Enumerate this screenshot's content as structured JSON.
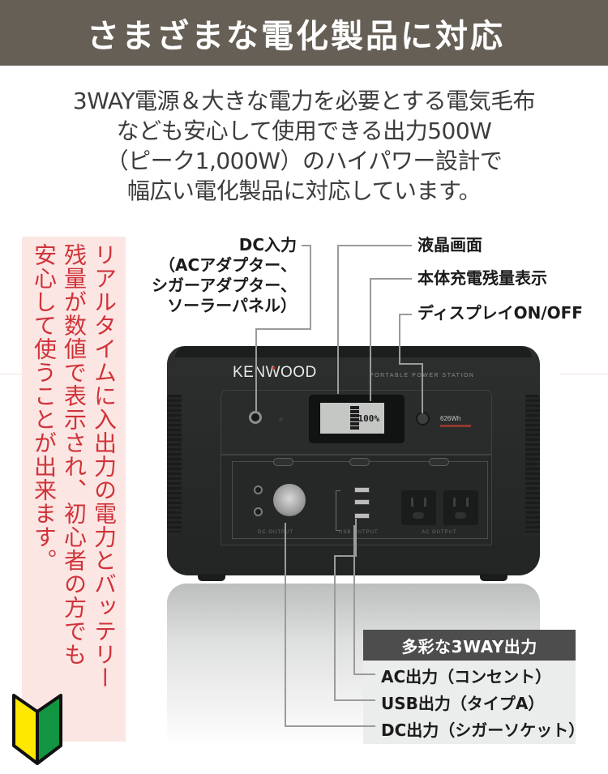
{
  "header": {
    "title": "さまざまな電化製品に対応",
    "background_color": "#655f55"
  },
  "intro": {
    "lines": [
      "3WAY電源＆大きな電力を必要とする電気毛布",
      "なども安心して使用できる出力500W",
      "（ピーク1,000W）のハイパワー設計で",
      "幅広い電化製品に対応しています。"
    ]
  },
  "note": {
    "text": "リアルタイムに入出力の電力とバッテリー\n残量が数値で表示され、初心者の方でも\n安心して使うことが出来ます。",
    "text_color": "#d0333a",
    "background_color": "#fbe6e3",
    "icon": "beginner-driver-mark-icon"
  },
  "callouts": {
    "dc_input": {
      "lines": [
        "DC入力",
        "（ACアダプター、",
        "シガーアダプター、",
        "ソーラーパネル）"
      ]
    },
    "lcd": "液晶画面",
    "battery_display": "本体充電残量表示",
    "display_toggle": "ディスプレイON/OFF"
  },
  "device": {
    "brand": "KENWOOD",
    "subtitle": "PORTABLE POWER STATION",
    "lcd_value": "100%",
    "capacity": "626Wh",
    "panel_labels": [
      "DC OUTPUT",
      "USB OUTPUT",
      "AC OUTPUT"
    ]
  },
  "outputs": {
    "title": "多彩な3WAY出力",
    "items": [
      "AC出力（コンセント）",
      "USB出力（タイプA）",
      "DC出力（シガーソケット）"
    ]
  }
}
